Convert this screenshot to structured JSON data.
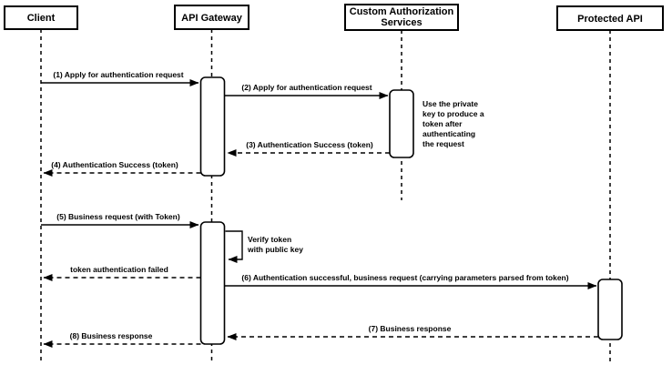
{
  "diagram": {
    "type": "sequence-diagram",
    "colors": {
      "stroke": "#000000",
      "fill": "#ffffff",
      "background": "#ffffff"
    },
    "actors": [
      {
        "label": "Client"
      },
      {
        "label": "API Gateway"
      },
      {
        "label": "Custom Authorization Services",
        "label_lines": [
          "Custom Authorization",
          "Services"
        ]
      },
      {
        "label": "Protected API"
      }
    ],
    "messages": [
      {
        "seq": "1",
        "label": "(1) Apply for authentication request",
        "from": "Client",
        "to": "API Gateway",
        "style": "solid"
      },
      {
        "seq": "2",
        "label": "(2) Apply for authentication request",
        "from": "API Gateway",
        "to": "Custom Authorization Services",
        "style": "solid"
      },
      {
        "seq": "3",
        "label": "(3) Authentication Success (token)",
        "from": "Custom Authorization Services",
        "to": "API Gateway",
        "style": "dashed"
      },
      {
        "seq": "4",
        "label": "(4) Authentication Success (token)",
        "from": "API Gateway",
        "to": "Client",
        "style": "dashed"
      },
      {
        "seq": "5",
        "label": "(5) Business request (with Token)",
        "from": "Client",
        "to": "API Gateway",
        "style": "solid"
      },
      {
        "label": "Verify token with public key",
        "label_lines": [
          "Verify token",
          "with public key"
        ],
        "from": "API Gateway",
        "to": "API Gateway",
        "style": "self"
      },
      {
        "label": "token authentication failed",
        "from": "API Gateway",
        "to": "Client",
        "style": "dashed"
      },
      {
        "seq": "6",
        "label": "(6) Authentication successful, business request (carrying parameters parsed from token)",
        "from": "API Gateway",
        "to": "Protected API",
        "style": "solid"
      },
      {
        "seq": "7",
        "label": "(7) Business response",
        "from": "Protected API",
        "to": "API Gateway",
        "style": "dashed"
      },
      {
        "seq": "8",
        "label": "(8) Business response",
        "from": "API Gateway",
        "to": "Client",
        "style": "dashed"
      }
    ],
    "note": {
      "text": "Use the private key to produce a token after authenticating the request",
      "lines": [
        "Use the private",
        "key to produce a",
        "token after",
        "authenticating",
        "the request"
      ]
    }
  }
}
